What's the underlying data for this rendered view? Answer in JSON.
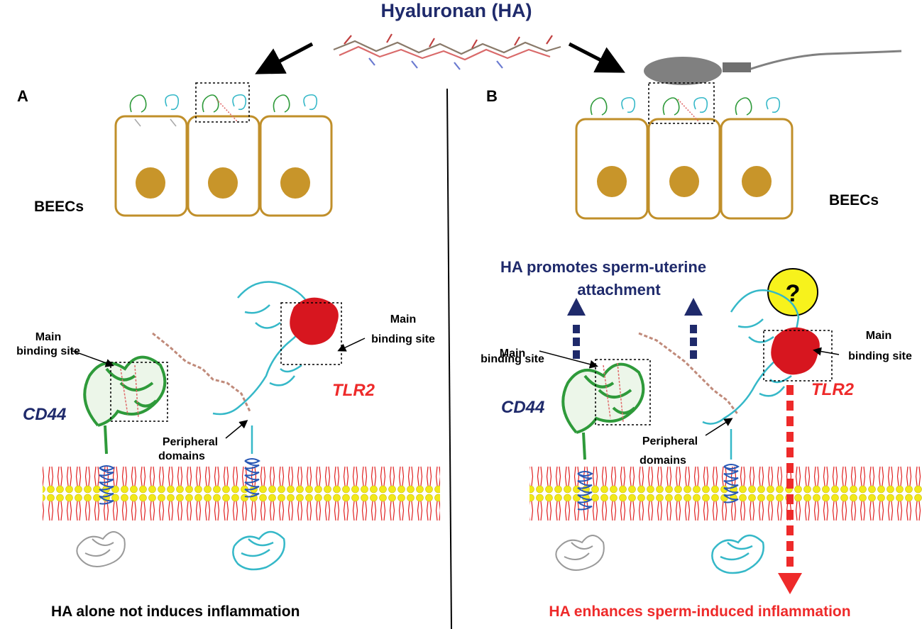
{
  "title": "Hyaluronan (HA)",
  "panel_a": {
    "letter": "A",
    "cells_label": "BEECs",
    "cd44_label": "CD44",
    "tlr2_label": "TLR2",
    "cd44_site_line1": "Main",
    "cd44_site_line2": "binding site",
    "tlr2_site_line1": "Main",
    "tlr2_site_line2": "binding site",
    "peripheral_line1": "Peripheral",
    "peripheral_line2": "domains",
    "caption": "HA alone not induces inflammation"
  },
  "panel_b": {
    "letter": "B",
    "cells_label": "BEECs",
    "cd44_label": "CD44",
    "tlr2_label": "TLR2",
    "cd44_site_line1": "Main",
    "cd44_site_line2": "binding site",
    "tlr2_site_line1": "Main",
    "tlr2_site_line2": "binding site",
    "peripheral_line1": "Peripheral",
    "peripheral_line2": "domains",
    "attachment_line1": "HA promotes sperm-uterine",
    "attachment_line2": "attachment",
    "question_mark": "?",
    "caption": "HA enhances sperm-induced inflammation"
  },
  "colors": {
    "title": "#1f2a6b",
    "cell_outline": "#c08f2a",
    "nucleus": "#c8952a",
    "cd44_protein": "#2e9a3a",
    "tlr2_protein": "#35b8c8",
    "binding_site": "#d7161f",
    "membrane_head": "#f2e91a",
    "membrane_tail": "#e02020",
    "helix": "#2857b5",
    "sperm": "#808080",
    "attachment_arrow": "#1f2a6b",
    "inflammation_arrow": "#ee2a2a",
    "question_bubble": "#f7f21c"
  },
  "icons": [
    "hyaluronan-molecule",
    "sperm-icon",
    "cd44-protein",
    "tlr2-protein",
    "lipid-bilayer",
    "question-bubble"
  ]
}
